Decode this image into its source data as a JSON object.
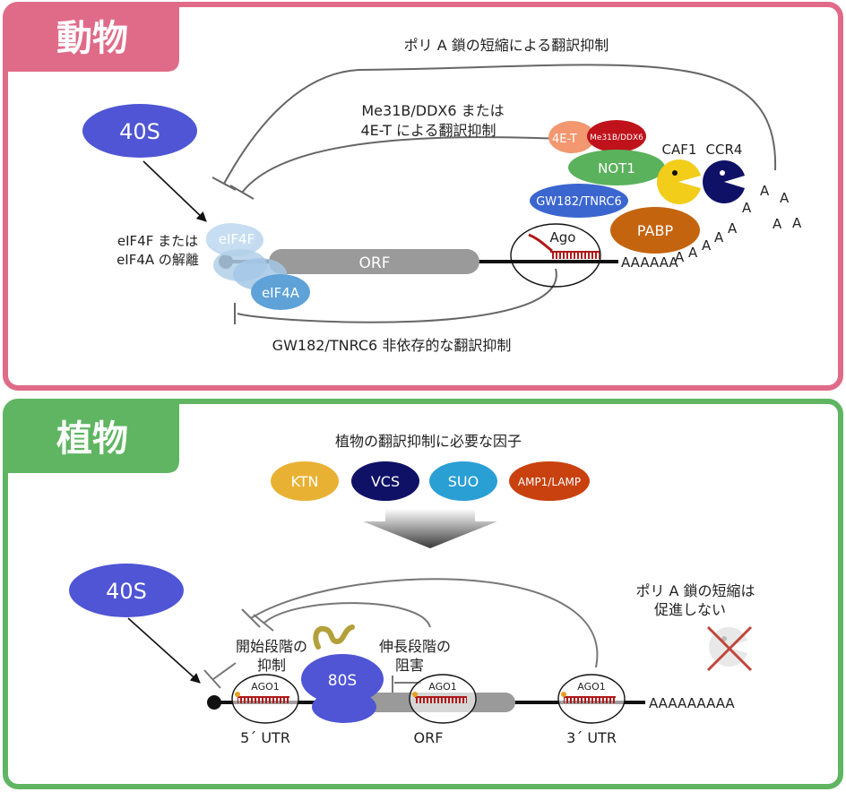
{
  "animal": {
    "title": "動物",
    "poly_a_label": "ポリ A 鎖の短縮による翻訳抑制",
    "me31b_label_l1": "Me31B/DDX6 または",
    "me31b_label_l2": "4E-T による翻訳抑制",
    "ribosome": "40S",
    "eif_label_l1": "eIF4F または",
    "eif_label_l2": "eIF4A の解離",
    "eif4f": "eIF4F",
    "eif4a": "eIF4A",
    "orf": "ORF",
    "ago": "Ago",
    "polya": "AAAAAA",
    "tail_letters": [
      "A",
      "A",
      "A",
      "A",
      "A",
      "A",
      "A",
      "A"
    ],
    "factor_4et": "4E-T",
    "factor_me31b": "Me31B/DDX6",
    "factor_not1": "NOT1",
    "factor_gw182": "GW182/TNRC6",
    "factor_pabp": "PABP",
    "factor_caf1": "CAF1",
    "factor_ccr4": "CCR4",
    "gw182_indep_label": "GW182/TNRC6 非依存的な翻訳抑制"
  },
  "plant": {
    "title": "植物",
    "factors_label": "植物の翻訳抑制に必要な因子",
    "factors": [
      "KTN",
      "VCS",
      "SUO",
      "AMP1/LAMP"
    ],
    "ribosome": "40S",
    "ribosome80": "80S",
    "init_label_l1": "開始段階の",
    "init_label_l2": "抑制",
    "elong_label_l1": "伸長段階の",
    "elong_label_l2": "阻害",
    "ago1": "AGO1",
    "polya": "AAAAAAAAA",
    "no_short_l1": "ポリ A 鎖の短縮は",
    "no_short_l2": "促進しない",
    "utr5": "5´ UTR",
    "orf": "ORF",
    "utr3": "3´ UTR"
  },
  "colors": {
    "animal_border": "#e06b88",
    "plant_border": "#5fb562",
    "ribosome": "#4f55d4",
    "ktn": "#e9b133",
    "vcs": "#0f1166",
    "suo": "#2a9fd4",
    "amp1": "#c8410e"
  }
}
